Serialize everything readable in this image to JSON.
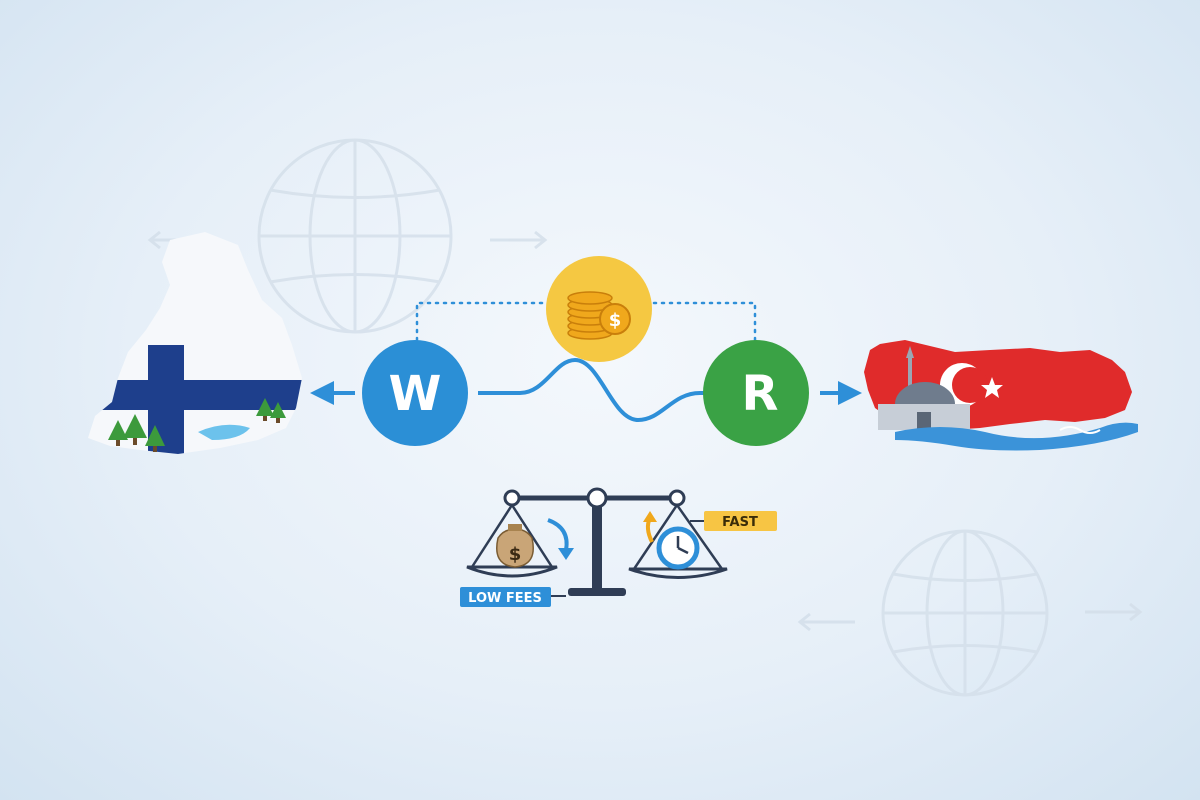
{
  "providers": {
    "left": {
      "letter": "W",
      "color": "#2b8fd6"
    },
    "right": {
      "letter": "R",
      "color": "#3aa245"
    }
  },
  "countries": {
    "origin": {
      "flag_bg": "#f6f8fb",
      "cross": "#1e3f8c"
    },
    "destination": {
      "flag_bg": "#e02b2b",
      "crescent": "#ffffff"
    }
  },
  "coins": {
    "symbol": "$",
    "bg": "#f5c842",
    "coin": "#f0a81c"
  },
  "scale": {
    "left_tag": "LOW FEES",
    "right_tag": "FAST",
    "bag_symbol": "$",
    "left_tag_color": "#2e8fd8",
    "right_tag_color": "#f7c544"
  },
  "colors": {
    "accent": "#2e8fd8",
    "scale": "#2f3d55"
  }
}
